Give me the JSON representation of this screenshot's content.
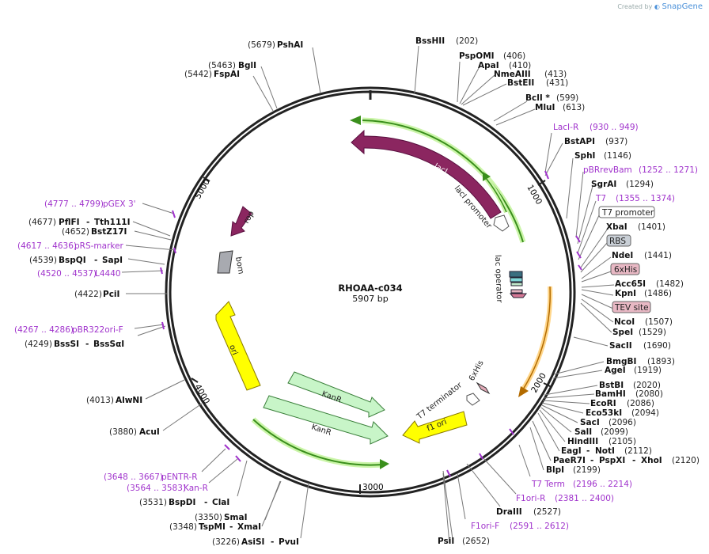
{
  "credit": {
    "prefix": "Created by",
    "brand": "SnapGene"
  },
  "plasmid": {
    "name": "RHOAA-c034",
    "size": "5907 bp"
  },
  "ticks": [
    "1000",
    "2000",
    "3000",
    "4000",
    "5000"
  ],
  "features": {
    "lacI": "lacI",
    "lacI_promoter": "lacI promoter",
    "lac_operator": "lac operator",
    "rop": "rop",
    "bom": "bom",
    "ori": "ori",
    "kanr1": "KanR",
    "kanr2": "KanR",
    "f1ori": "f1 ori",
    "t7term": "T7 terminator",
    "sixhis": "6xHis"
  },
  "labels": [
    {
      "pos": "(5679)",
      "name": "PshAI"
    },
    {
      "pos": "(5463)",
      "name": "BglI"
    },
    {
      "pos": "(5442)",
      "name": "FspAI"
    },
    {
      "name": "BssHII",
      "pos": "(202)"
    },
    {
      "name": "PspOMI",
      "pos": "(406)"
    },
    {
      "name": "ApaI",
      "pos": "(410)"
    },
    {
      "name": "NmeAIII",
      "pos": "(413)"
    },
    {
      "name": "BstEII",
      "pos": "(431)"
    },
    {
      "name": "BclI *",
      "pos": "(599)"
    },
    {
      "name": "MluI",
      "pos": "(613)"
    },
    {
      "name": "LacI-R",
      "pos": "(930 .. 949)"
    },
    {
      "name": "BstAPI",
      "pos": "(937)"
    },
    {
      "name": "SphI",
      "pos": "(1146)"
    },
    {
      "name": "pBRrevBam",
      "pos": "(1252 .. 1271)"
    },
    {
      "name": "SgrAI",
      "pos": "(1294)"
    },
    {
      "name": "T7",
      "pos": "(1355 .. 1374)"
    },
    {
      "name": "T7 promoter"
    },
    {
      "name": "XbaI",
      "pos": "(1401)"
    },
    {
      "name": "RBS"
    },
    {
      "name": "NdeI",
      "pos": "(1441)"
    },
    {
      "name": "6xHis"
    },
    {
      "name": "Acc65I",
      "pos": "(1482)"
    },
    {
      "name": "KpnI",
      "pos": "(1486)"
    },
    {
      "name": "TEV site"
    },
    {
      "name": "NcoI",
      "pos": "(1507)"
    },
    {
      "name": "SpeI",
      "pos": "(1529)"
    },
    {
      "name": "SacII",
      "pos": "(1690)"
    },
    {
      "name": "BmgBI",
      "pos": "(1893)"
    },
    {
      "name": "AgeI",
      "pos": "(1919)"
    },
    {
      "name": "BstBI",
      "pos": "(2020)"
    },
    {
      "name": "BamHI",
      "pos": "(2080)"
    },
    {
      "name": "EcoRI",
      "pos": "(2086)"
    },
    {
      "name": "Eco53kI",
      "pos": "(2094)"
    },
    {
      "name": "SacI",
      "pos": "(2096)"
    },
    {
      "name": "SalI",
      "pos": "(2099)"
    },
    {
      "name": "HindIII",
      "pos": "(2105)"
    },
    {
      "name": "EagI",
      "name2": "NotI",
      "pos": "(2112)"
    },
    {
      "name": "PaeR7I",
      "name2": "PspXI",
      "name3": "XhoI",
      "pos": "(2120)"
    },
    {
      "name": "BlpI",
      "pos": "(2199)"
    },
    {
      "name": "T7 Term",
      "pos": "(2196 .. 2214)"
    },
    {
      "name": "F1ori-R",
      "pos": "(2381 .. 2400)"
    },
    {
      "name": "DraIII",
      "pos": "(2527)"
    },
    {
      "name": "F1ori-F",
      "pos": "(2591 .. 2612)"
    },
    {
      "name": "PsiI",
      "pos": "(2652)"
    },
    {
      "pos": "(3226)",
      "name": "AsiSI",
      "name2": "PvuI"
    },
    {
      "pos": "(3348)",
      "name": "TspMI",
      "name2": "XmaI"
    },
    {
      "pos": "(3350)",
      "name": "SmaI"
    },
    {
      "pos": "(3531)",
      "name": "BspDI",
      "name2": "ClaI"
    },
    {
      "pos": "(3564 .. 3583)",
      "name": "Kan-R"
    },
    {
      "pos": "(3648 .. 3667)",
      "name": "pENTR-R"
    },
    {
      "pos": "(3880)",
      "name": "AcuI"
    },
    {
      "pos": "(4013)",
      "name": "AlwNI"
    },
    {
      "pos": "(4249)",
      "name": "BssSI",
      "name2": "BssSαI"
    },
    {
      "pos": "(4267 .. 4286)",
      "name": "pBR322ori-F"
    },
    {
      "pos": "(4422)",
      "name": "PciI"
    },
    {
      "pos": "(4520 .. 4537)",
      "name": "L4440"
    },
    {
      "pos": "(4539)",
      "name": "BspQI",
      "name2": "SapI"
    },
    {
      "pos": "(4617 .. 4636)",
      "name": "pRS-marker"
    },
    {
      "pos": "(4652)",
      "name": "BstZ17I"
    },
    {
      "pos": "(4677)",
      "name": "PflFI",
      "name2": "Tth111I"
    },
    {
      "pos": "(4777 .. 4799)",
      "name": "pGEX 3'"
    }
  ]
}
